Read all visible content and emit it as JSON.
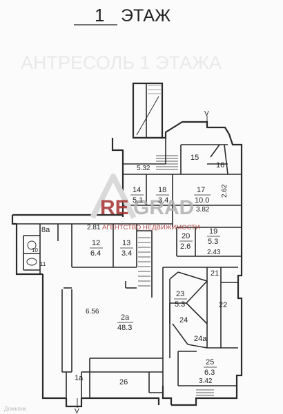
{
  "header": {
    "floor_number": "1",
    "floor_label": "ЭТАЖ"
  },
  "watermark": {
    "ghost_heading": "АНТРЕСОЛЬ   1   ЭТАЖА",
    "logo_re": "RE",
    "logo_grad": "GRAD",
    "logo_tagline": "АГЕНТСТВО НЕДВИЖИМОСТИ",
    "brand_color": "#a5312f",
    "corner_mark": "Домклик"
  },
  "rooms": {
    "r1a": "1а",
    "r2a": "2а",
    "r2a_area": "48.3",
    "r2a_height": "6.56",
    "r8a": "8а",
    "r10": "10",
    "r11": "11",
    "r12": "12",
    "r12_area": "6.4",
    "r13": "13",
    "r13_area": "3.4",
    "r14": "14",
    "r14_area": "5.1",
    "r15": "15",
    "r16": "16",
    "r17": "17",
    "r17_area": "10.0",
    "r17_height": "3.82",
    "r18": "18",
    "r18_area": "3.4",
    "r19": "19",
    "r19_area": "5.3",
    "r20": "20",
    "r20_area": "2.6",
    "r21": "21",
    "r22": "22",
    "r23": "23",
    "r23_area": "5.3",
    "r24": "24",
    "r24a": "24а",
    "r25": "25",
    "r25_area": "6.3",
    "r25_height": "3.42",
    "r26": "26"
  },
  "dimensions": {
    "d_532": "5.32",
    "d_262": "2.62",
    "d_281": "2.81",
    "d_243": "2.43"
  },
  "markers": {
    "entrance_top": "V",
    "entrance_bottom": "V"
  }
}
